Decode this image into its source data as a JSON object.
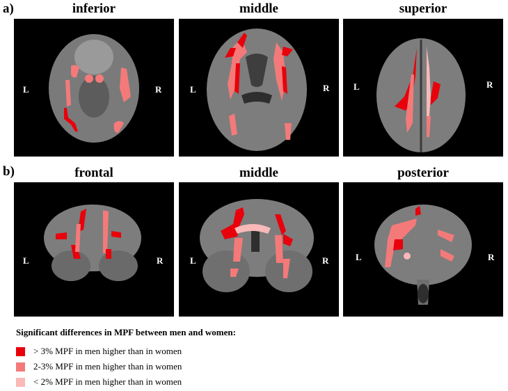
{
  "figure": {
    "rows": [
      {
        "label": "a)",
        "panels": [
          {
            "title": "inferior",
            "left_label": "L",
            "right_label": "R"
          },
          {
            "title": "middle",
            "left_label": "L",
            "right_label": "R"
          },
          {
            "title": "superior",
            "left_label": "L",
            "right_label": "R"
          }
        ]
      },
      {
        "label": "b)",
        "panels": [
          {
            "title": "frontal",
            "left_label": "L",
            "right_label": "R"
          },
          {
            "title": "middle",
            "left_label": "L",
            "right_label": "R"
          },
          {
            "title": "posterior",
            "left_label": "L",
            "right_label": "R"
          }
        ]
      }
    ]
  },
  "legend": {
    "title": "Significant differences in MPF between men and women:",
    "items": [
      {
        "label": "> 3% MPF in men higher than in women",
        "color": "#e8000b"
      },
      {
        "label": "2-3% MPF in men higher than in women",
        "color": "#f47a7a"
      },
      {
        "label": "< 2% MPF in men higher than in women",
        "color": "#f9b9b9"
      }
    ]
  },
  "colors": {
    "high": "#e8000b",
    "mid": "#f47a7a",
    "low": "#f9b9b9",
    "brain": "#8a8a8a",
    "background": "#000000"
  }
}
